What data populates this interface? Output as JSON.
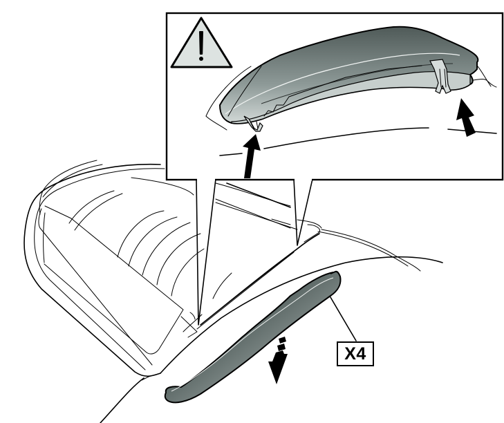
{
  "figure": {
    "type": "technical-illustration",
    "subject": "Removal of roof rail trim cover (clip-fastened) from vehicle roof",
    "inset": {
      "warning_icon": "warning-triangle-icon",
      "content": "Detail view of trim cover with two clips being pressed upward into roof"
    },
    "arrows": {
      "inset_install": [
        "up-arrow",
        "up-arrow"
      ],
      "main_remove": "dashed-down-arrow"
    },
    "callout_label": "X4",
    "colors": {
      "line": "#000000",
      "part_dark": "#5e6a68",
      "part_light": "#c8d0ce",
      "warning_fill": "#dde3e1",
      "background": "#ffffff"
    }
  }
}
